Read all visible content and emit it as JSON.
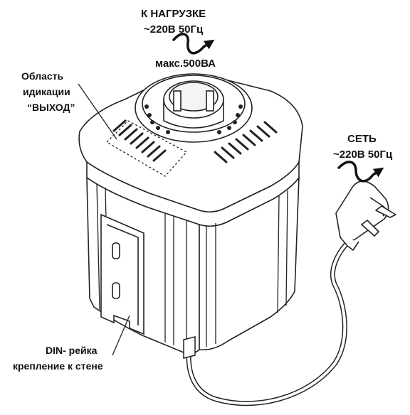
{
  "load_output": {
    "title": "К НАГРУЗКЕ",
    "voltage": "~220В 50Гц",
    "max_power": "макс.500ВА"
  },
  "mains_input": {
    "title": "СЕТЬ",
    "voltage": "~220В 50Гц"
  },
  "indication_area": {
    "line1": "Область",
    "line2": "идикации",
    "line3": "“ВЫХОД”"
  },
  "mounting": {
    "line1": "DIN- рейка",
    "line2": "крепление к стене"
  }
}
